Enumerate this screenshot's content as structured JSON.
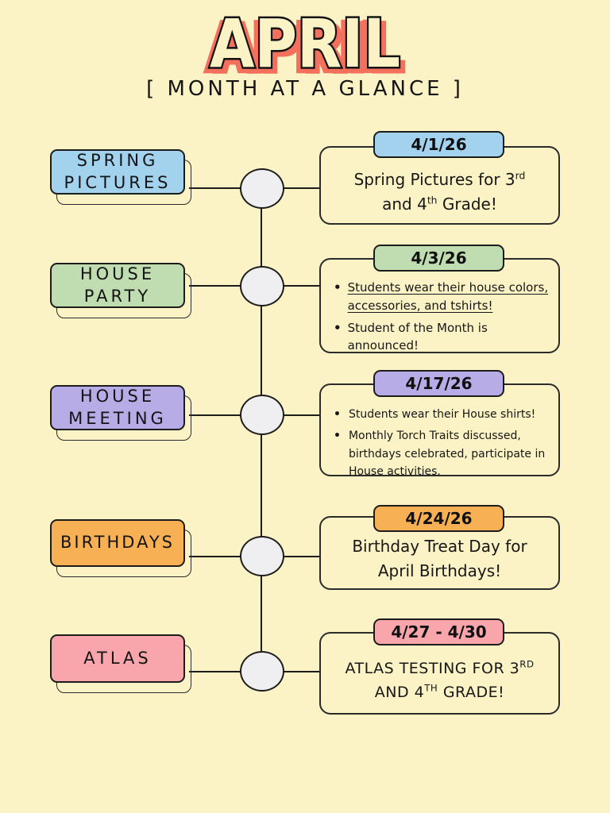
{
  "page": {
    "title": "APRIL",
    "subtitle": "[ MONTH AT A GLANCE ]",
    "colors": {
      "background": "#FBF2C5",
      "title_shadow": "#F3705C",
      "line": "#1C1C1C",
      "node_fill": "#EFEFF1",
      "blue": "#A3D2EF",
      "green": "#BFDDB0",
      "purple": "#B7ACE6",
      "orange": "#F8B055",
      "pink": "#F8A6AC"
    }
  },
  "rows": [
    {
      "id": "spring-pictures",
      "label_line1": "SPRING",
      "label_line2": "PICTURES",
      "date": "4/1/26",
      "card": {
        "seg1": "Spring Pictures for 3",
        "sup1": "rd",
        "seg2": "and 4",
        "sup2": "th",
        "seg3": " Grade!"
      }
    },
    {
      "id": "house-party",
      "label_line1": "HOUSE",
      "label_line2": "PARTY",
      "date": "4/3/26",
      "card": {
        "bullet1": "Students wear their house colors, accessories, and tshirts!",
        "bullet2": "Student of the Month is announced!"
      }
    },
    {
      "id": "house-meeting",
      "label_line1": "HOUSE",
      "label_line2": "MEETING",
      "date": "4/17/26",
      "card": {
        "bullet1": "Students wear their House shirts!",
        "bullet2": "Monthly Torch Traits discussed, birthdays celebrated, participate in House activities."
      }
    },
    {
      "id": "birthdays",
      "label_line1": "BIRTHDAYS",
      "date": "4/24/26",
      "card": {
        "line1": "Birthday Treat Day for",
        "line2": "April Birthdays!"
      }
    },
    {
      "id": "atlas",
      "label_line1": "ATLAS",
      "date": "4/27 - 4/30",
      "card": {
        "seg1": "ATLAS TESTING FOR 3",
        "sup1": "RD",
        "seg2": " AND 4",
        "sup2": "TH",
        "seg3": " GRADE!"
      }
    }
  ]
}
